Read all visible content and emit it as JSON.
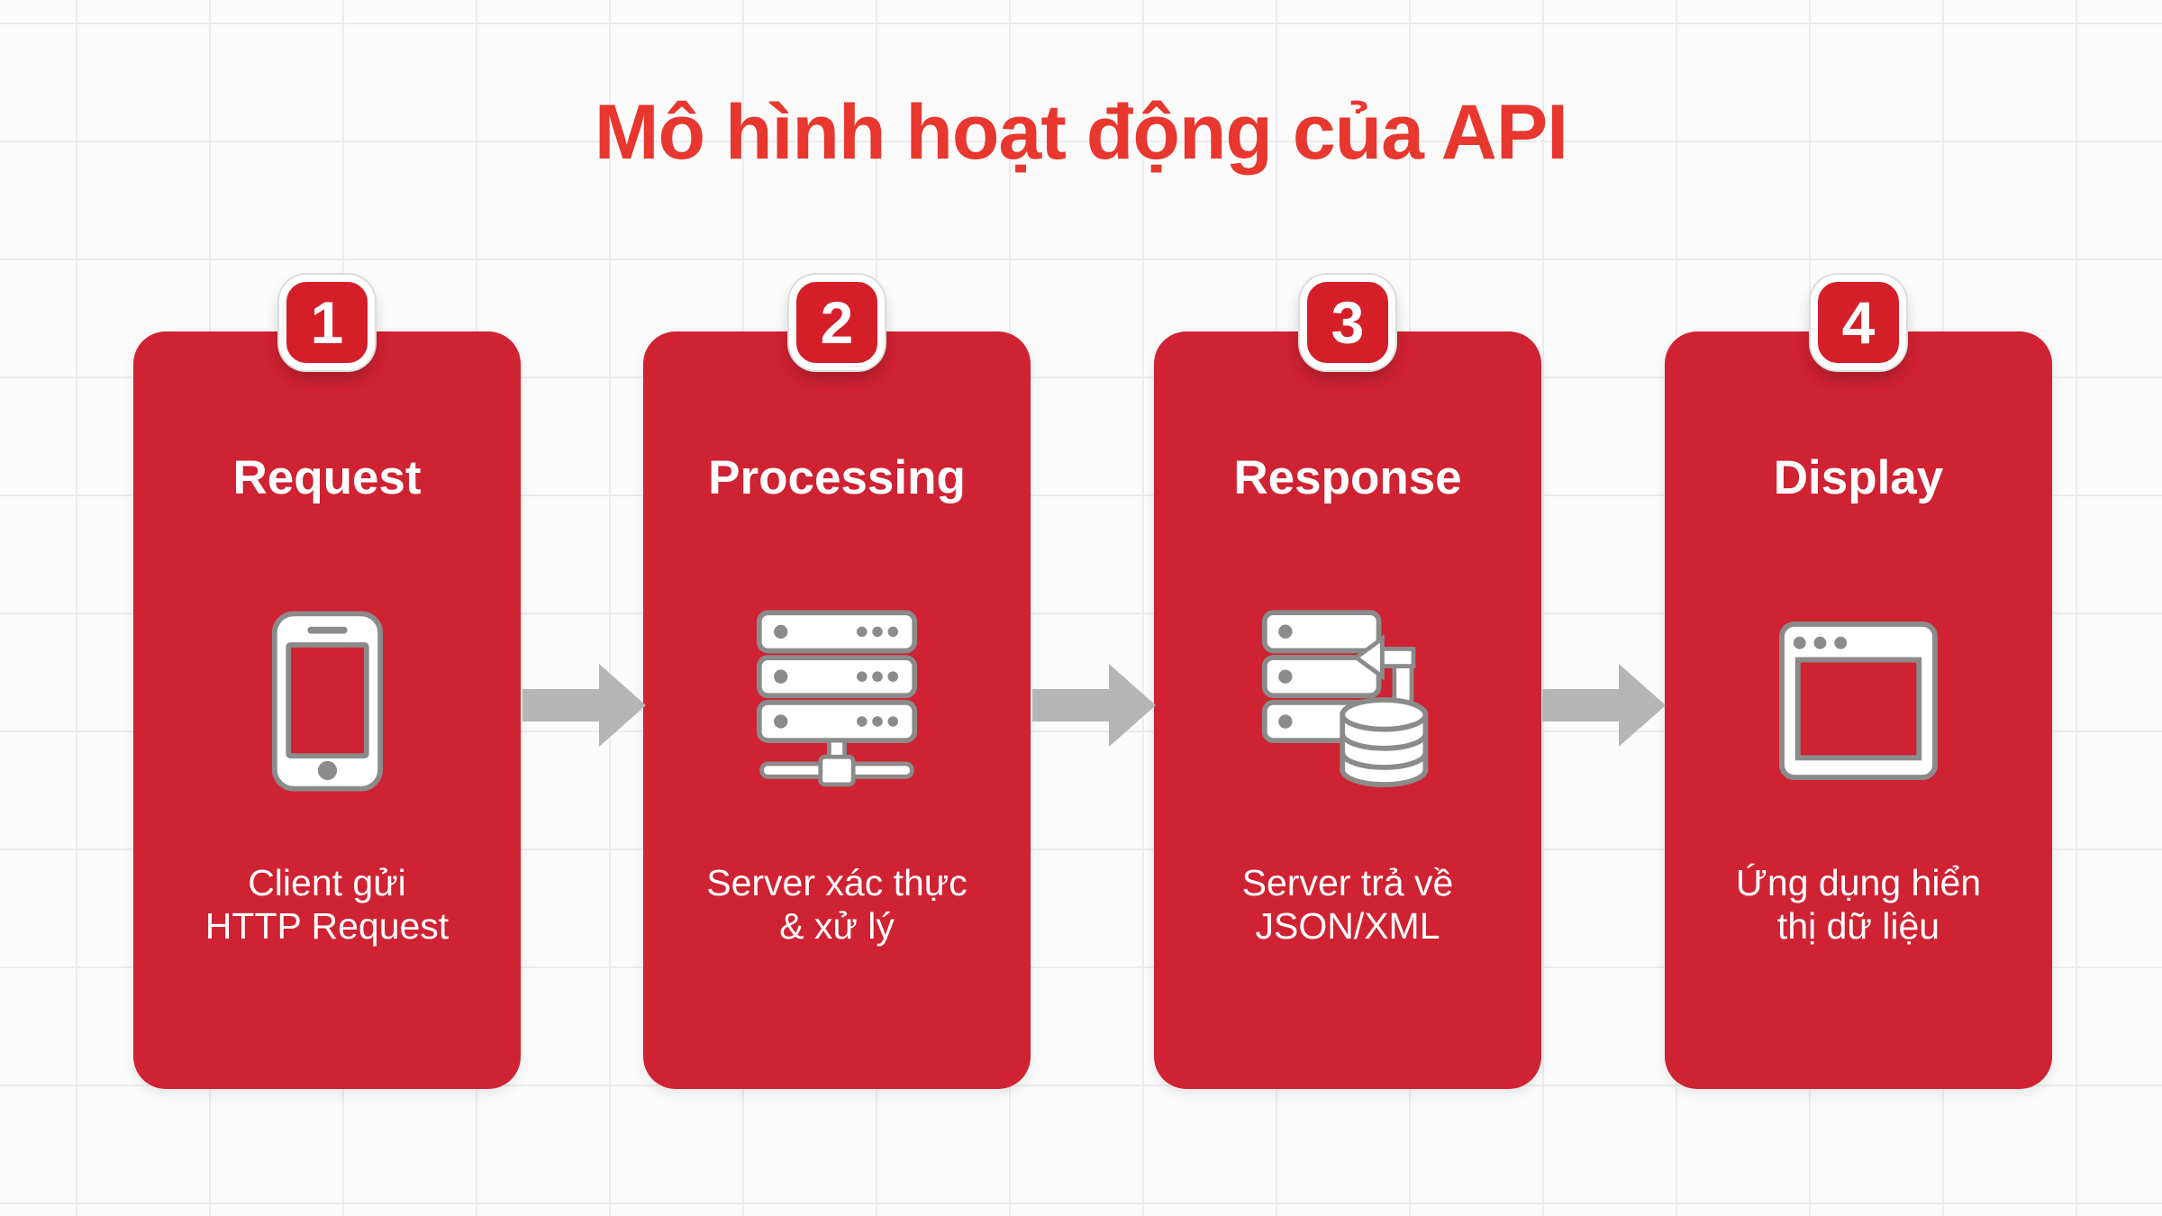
{
  "page": {
    "title": "Mô hình hoạt động của API"
  },
  "colors": {
    "card_red": "#cf2232",
    "badge_red": "#d41f28",
    "title_red": "#e8372e",
    "arrow_gray": "#b5b5b6",
    "icon_gray": "#8b8b8b",
    "background": "#fbfbfb",
    "grid_line": "#ececee",
    "text_white": "#ffffff"
  },
  "steps": [
    {
      "number": "1",
      "title": "Request",
      "caption": "Client gửi\nHTTP Request",
      "icon": "smartphone-icon"
    },
    {
      "number": "2",
      "title": "Processing",
      "caption": "Server xác thực\n& xử lý",
      "icon": "server-stack-icon"
    },
    {
      "number": "3",
      "title": "Response",
      "caption": "Server trả về\nJSON/XML",
      "icon": "server-database-icon"
    },
    {
      "number": "4",
      "title": "Display",
      "caption": "Ứng dụng hiển\nthị dữ liệu",
      "icon": "browser-window-icon"
    }
  ],
  "arrows": {
    "count": 3,
    "icon": "arrow-right-icon"
  }
}
